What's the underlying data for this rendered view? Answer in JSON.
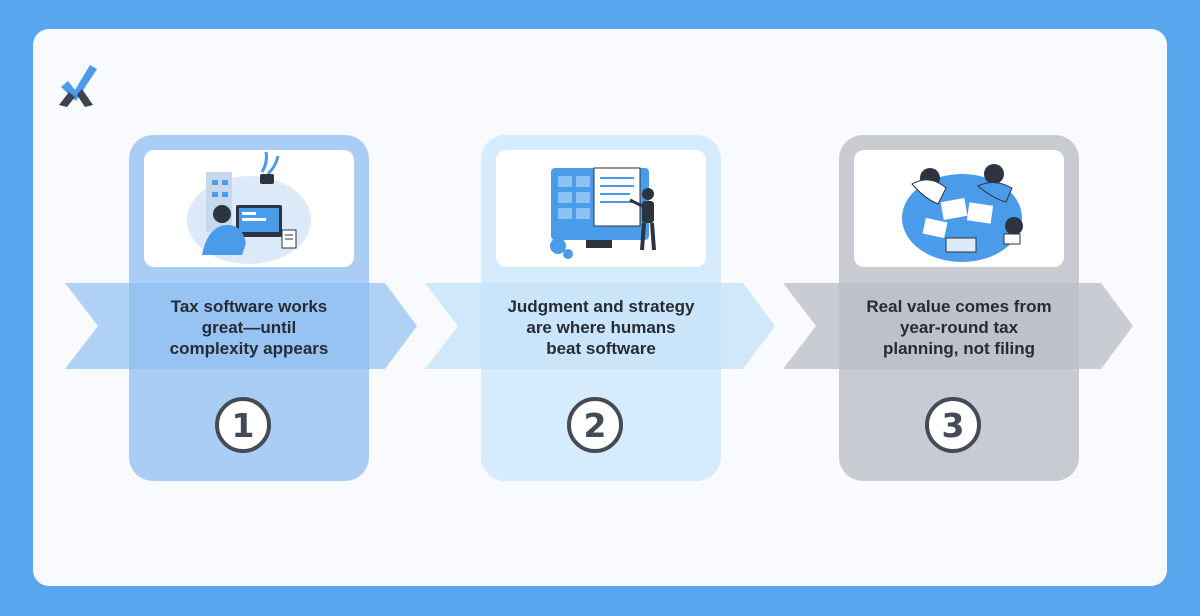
{
  "colors": {
    "background": "#58a6ee",
    "card": "#f8fafd",
    "step1": "#a9cdf5",
    "step2": "#d6ebfb",
    "step3": "#c8cbd1",
    "arrow1": "#8fbff0",
    "arrow2": "#c7e3f9",
    "arrow3": "#b9bdc4",
    "text": "#262c36"
  },
  "logo": {
    "icon": "checkmark-x-logo"
  },
  "steps": [
    {
      "label": "Tax software works great—until complexity appears",
      "number": "1",
      "illustration": "person-at-computer-illustration"
    },
    {
      "label": "Judgment and strategy are where humans beat software",
      "number": "2",
      "illustration": "presenter-at-board-illustration"
    },
    {
      "label": "Real value comes from year-round tax planning, not filing",
      "number": "3",
      "illustration": "people-collaborating-illustration"
    }
  ]
}
